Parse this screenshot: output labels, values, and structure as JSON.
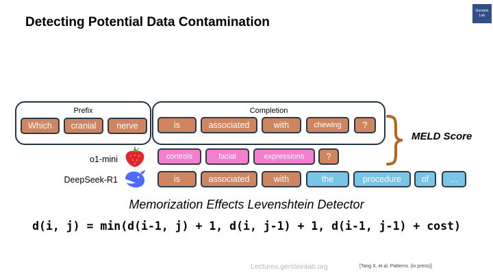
{
  "slide": {
    "title": "Detecting Potential Data Contamination",
    "logo_text": "Gerstein Lab",
    "prefix_label": "Prefix",
    "completion_label": "Completion",
    "prefix_tokens": [
      "Which",
      "cranial",
      "nerve"
    ],
    "completion_tokens": [
      "is",
      "associated",
      "with",
      "chewing",
      "?"
    ],
    "models": [
      {
        "name": "o1-mini",
        "icon": "strawberry-icon",
        "tokens": [
          "controls",
          "facial",
          "expressions",
          "?"
        ]
      },
      {
        "name": "DeepSeek-R1",
        "icon": "whale-icon",
        "tokens": [
          "is",
          "associated",
          "with",
          "the",
          "procedure",
          "of",
          "..."
        ]
      }
    ],
    "meld_label": "MELD Score",
    "subtitle": "Memorization Effects Levenshtein Detector",
    "formula": "d(i, j) = min(d(i-1, j) + 1, d(i, j-1) + 1, d(i-1, j-1) + cost)",
    "footer": "Lectures.gersteinlab.org",
    "citation": "[Tang X, et al. Patterns. (in press)]"
  },
  "colors": {
    "match_token": "#d08561",
    "o1_token": "#f47fcf",
    "deepseek_mismatch_token": "#78c5e8",
    "brace": "#b5651d",
    "logo_bg": "#2f4f86"
  }
}
